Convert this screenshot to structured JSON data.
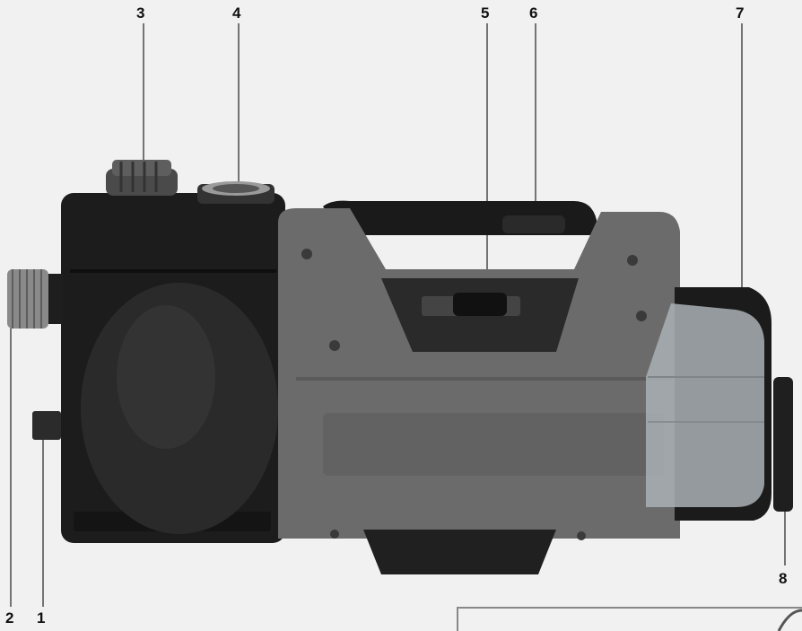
{
  "callouts": {
    "n1": "1",
    "n2": "2",
    "n3": "3",
    "n4": "4",
    "n5": "5",
    "n6": "6",
    "n7": "7",
    "n8": "8"
  },
  "colors": {
    "background": "#f1f1f1",
    "housing_gray": "#6b6b6b",
    "body_black": "#1b1b1b",
    "tank_clear": "#a9b0b4"
  }
}
